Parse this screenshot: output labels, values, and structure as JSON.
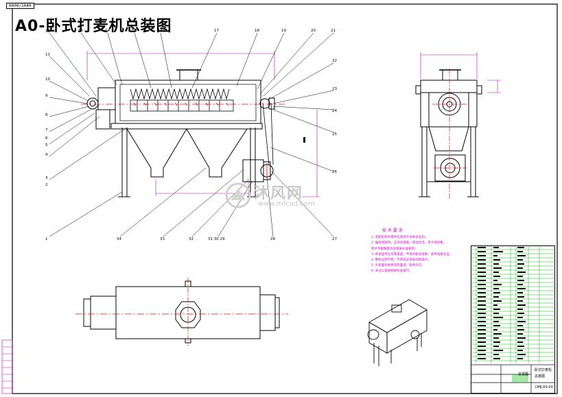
{
  "drawing": {
    "title": "A0-卧式打麦机总装图",
    "stamp": "0000/1040"
  },
  "watermark": {
    "brand": "沐风网",
    "url": "www.mfcad.com"
  },
  "part_labels": {
    "left": [
      "12",
      "11",
      "10",
      "9",
      "8",
      "7",
      "6",
      "5",
      "4",
      "3",
      "2",
      "1"
    ],
    "top": [
      "13",
      "14",
      "15",
      "16",
      "17",
      "18",
      "19",
      "20",
      "21"
    ],
    "right": [
      "22",
      "23",
      "24",
      "25",
      "26",
      "27"
    ],
    "bottom": [
      "34",
      "33",
      "32",
      "31 30 29",
      "28"
    ]
  },
  "tech_requirements": {
    "title": "技 术 要 求",
    "items": [
      "1. 装配前所有零件应清洗干净并去毛刺。",
      "2. 轴承装配时，应涂润滑脂，转动灵活，无卡滞现象。",
      "   转子平衡精度符合相关标准要求。",
      "3. 各紧固件应可靠紧固，不得有松动现象，皮带张紧适当。",
      "4. 整机运转平稳，不得有异常振动和噪声。",
      "5. 外表面涂防锈漆及面漆，颜色均匀。",
      "6. 未注公差按相关标准执行。"
    ]
  },
  "title_block": {
    "drawing_number": "DMJ-00-00",
    "stamp_text": "总装图",
    "line1": "卧式打麦机",
    "line2": "总装图"
  },
  "colors": {
    "outline": "#000000",
    "centerline": "#ff0000",
    "dimension": "#c000c0",
    "leader": "#000000",
    "border": "#000000",
    "table_line": "#00c000",
    "notes": "#d000d0"
  }
}
